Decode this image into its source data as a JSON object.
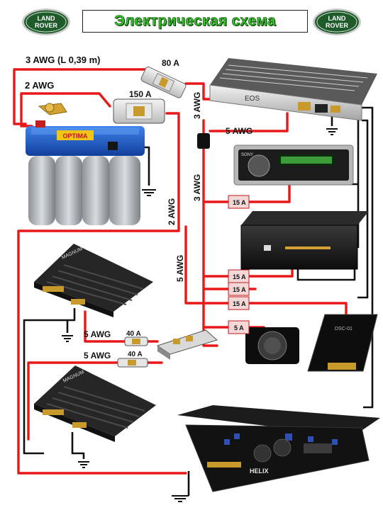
{
  "header": {
    "title": "Электрическая схема",
    "logo_text_line1": "LAND",
    "logo_text_line2": "ROVER"
  },
  "cables": {
    "main_3awg": "3 AWG (L 0,39 m)",
    "battery_2awg": "2 AWG",
    "vertical_2awg": "2 AWG",
    "vertical_3awg_upper": "3 AWG",
    "vertical_3awg_mid": "3 AWG",
    "amp_5awg": "5 AWG",
    "left_5awg": "5 AWG",
    "amp1_5awg": "5 AWG",
    "amp2_5awg": "5 AWG"
  },
  "fuses": {
    "main_80": "80 A",
    "battery_150": "150 A",
    "dist_40_top": "40 A",
    "dist_40_bottom": "40 A",
    "head_unit_15": "15 A",
    "dvd_15": "15 A",
    "processor_15": "15 A",
    "box_15": "15 A",
    "knob_5": "5 A"
  },
  "devices": {
    "battery_brand": "OPTIMA",
    "amp_top_brand": "EOS",
    "head_unit_brand": "SONY",
    "small_amp_brand": "MAGNUM",
    "processor_brand": "DSC-01",
    "big_amp_brand": "HELIX"
  },
  "colors": {
    "power_wire": "#e81818",
    "ground_wire": "#111111",
    "title_green": "#3cc22e",
    "logo_green": "#1f5a2b",
    "battery_blue": "#1b58c9"
  }
}
